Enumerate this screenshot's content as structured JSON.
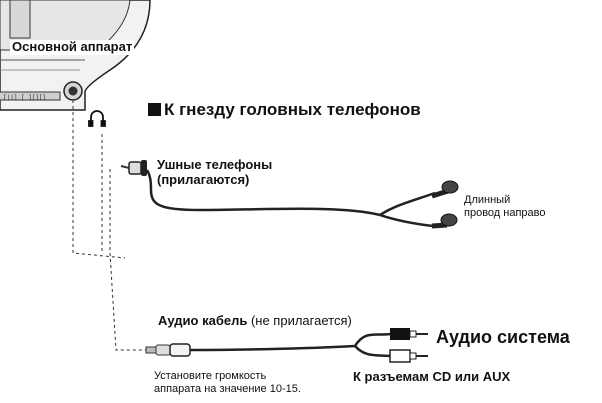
{
  "labels": {
    "main_unit": "Основной аппарат",
    "section_title": "К гнезду головных телефонов",
    "earphones_line1": "Ушные телефоны",
    "earphones_line2": "(прилагаются)",
    "long_wire_line1": "Длинный",
    "long_wire_line2": "провод направо",
    "audio_cable_bold": "Аудио кабель",
    "audio_cable_note": " (не прилагается)",
    "audio_system": "Аудио система",
    "volume_hint_line1": "Установите громкость",
    "volume_hint_line2": "аппарата на значение 10-15.",
    "ports": "К разъемам CD или AUX"
  },
  "icons": {
    "headphone_symbol": "headphones-icon"
  }
}
